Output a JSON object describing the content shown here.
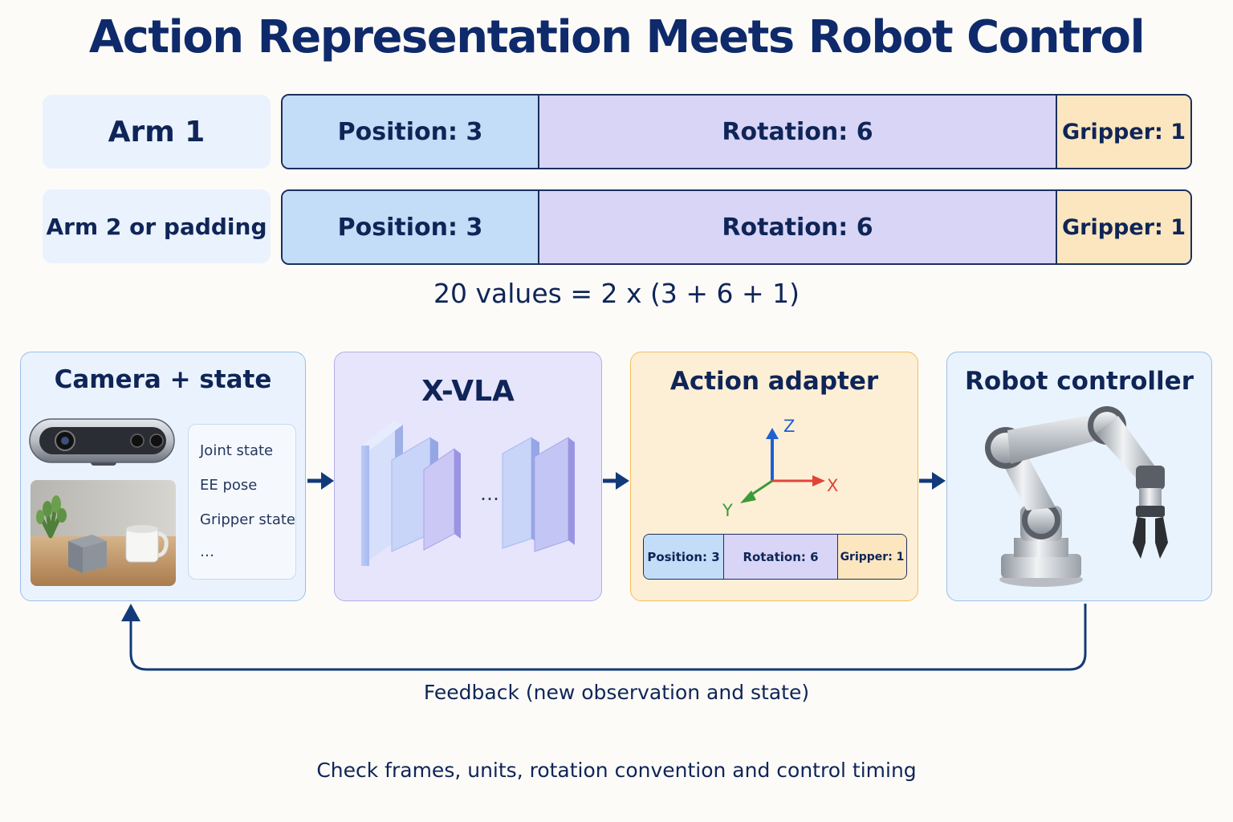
{
  "title": "Action Representation Meets Robot Control",
  "action_layout": {
    "rows": [
      {
        "label": "Arm 1",
        "position": "Position: 3",
        "rotation": "Rotation: 6",
        "gripper": "Gripper: 1"
      },
      {
        "label": "Arm 2 or padding",
        "position": "Position: 3",
        "rotation": "Rotation: 6",
        "gripper": "Gripper: 1"
      }
    ],
    "formula": "20 values = 2 x (3 + 6 + 1)"
  },
  "pipeline": {
    "camera_state": {
      "title": "Camera + state",
      "state_items": [
        "Joint state",
        "EE pose",
        "Gripper state",
        "…"
      ]
    },
    "model": {
      "title": "X-VLA",
      "ellipsis": "…"
    },
    "adapter": {
      "title": "Action adapter",
      "axes": {
        "z": "Z",
        "x": "X",
        "y": "Y"
      },
      "vector": {
        "position": "Position: 3",
        "rotation": "Rotation: 6",
        "gripper": "Gripper: 1"
      }
    },
    "controller": {
      "title": "Robot controller"
    }
  },
  "feedback_label": "Feedback (new observation and state)",
  "footer": "Check frames, units, rotation convention and control timing",
  "colors": {
    "navy": "#0f2a6b",
    "position": "#c3dcf7",
    "rotation": "#d8d5f6",
    "gripper": "#fbe6bf",
    "axis_z": "#1f5fd1",
    "axis_x": "#e0453a",
    "axis_y": "#3d9a3a"
  }
}
